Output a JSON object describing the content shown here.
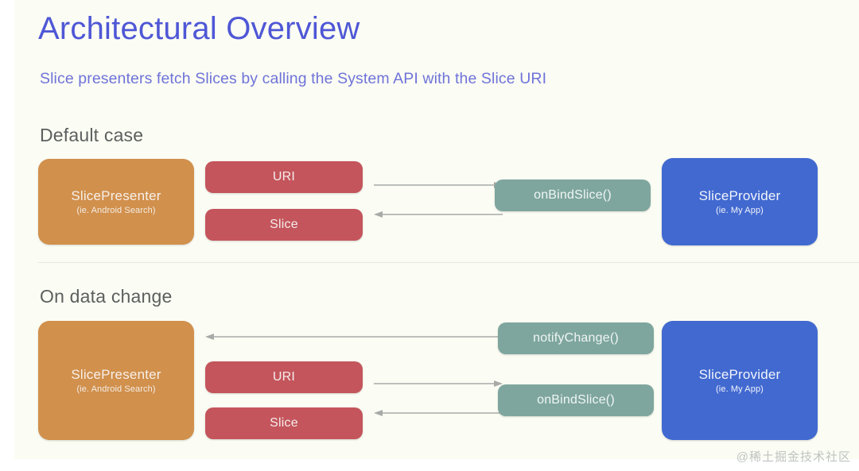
{
  "slide": {
    "title": "Architectural Overview",
    "subtitle": "Slice presenters fetch Slices by calling the System API with the Slice URI",
    "title_color": "#4f57d6",
    "subtitle_color": "#6f73d8",
    "background_color": "#fbfdf4"
  },
  "sections": [
    {
      "heading": "Default case"
    },
    {
      "heading": "On data change"
    }
  ],
  "colors": {
    "presenter": "#d1904c",
    "pill": "#c4555c",
    "teal": "#7ea69e",
    "provider": "#4169d0",
    "arrow": "#a8aaa8",
    "divider": "#e4e6e0"
  },
  "default_case": {
    "presenter": {
      "title": "SlicePresenter",
      "sub": "(ie. Android Search)"
    },
    "uri": {
      "title": "URI"
    },
    "slice": {
      "title": "Slice"
    },
    "on_bind_slice": {
      "title": "onBindSlice()"
    },
    "provider": {
      "title": "SliceProvider",
      "sub": "(ie. My App)"
    },
    "arrows": [
      {
        "name": "uri-to-onbindslice",
        "direction": "right"
      },
      {
        "name": "onbindslice-to-slice",
        "direction": "left"
      }
    ]
  },
  "on_data_change": {
    "presenter": {
      "title": "SlicePresenter",
      "sub": "(ie. Android Search)"
    },
    "uri": {
      "title": "URI"
    },
    "slice": {
      "title": "Slice"
    },
    "notify_change": {
      "title": "notifyChange()"
    },
    "on_bind_slice": {
      "title": "onBindSlice()"
    },
    "provider": {
      "title": "SliceProvider",
      "sub": "(ie. My App)"
    },
    "arrows": [
      {
        "name": "notifychange-to-presenter",
        "direction": "left"
      },
      {
        "name": "uri-to-onbindslice",
        "direction": "right"
      },
      {
        "name": "onbindslice-to-slice",
        "direction": "left"
      }
    ]
  },
  "watermark": {
    "text": "@稀土掘金技术社区"
  }
}
